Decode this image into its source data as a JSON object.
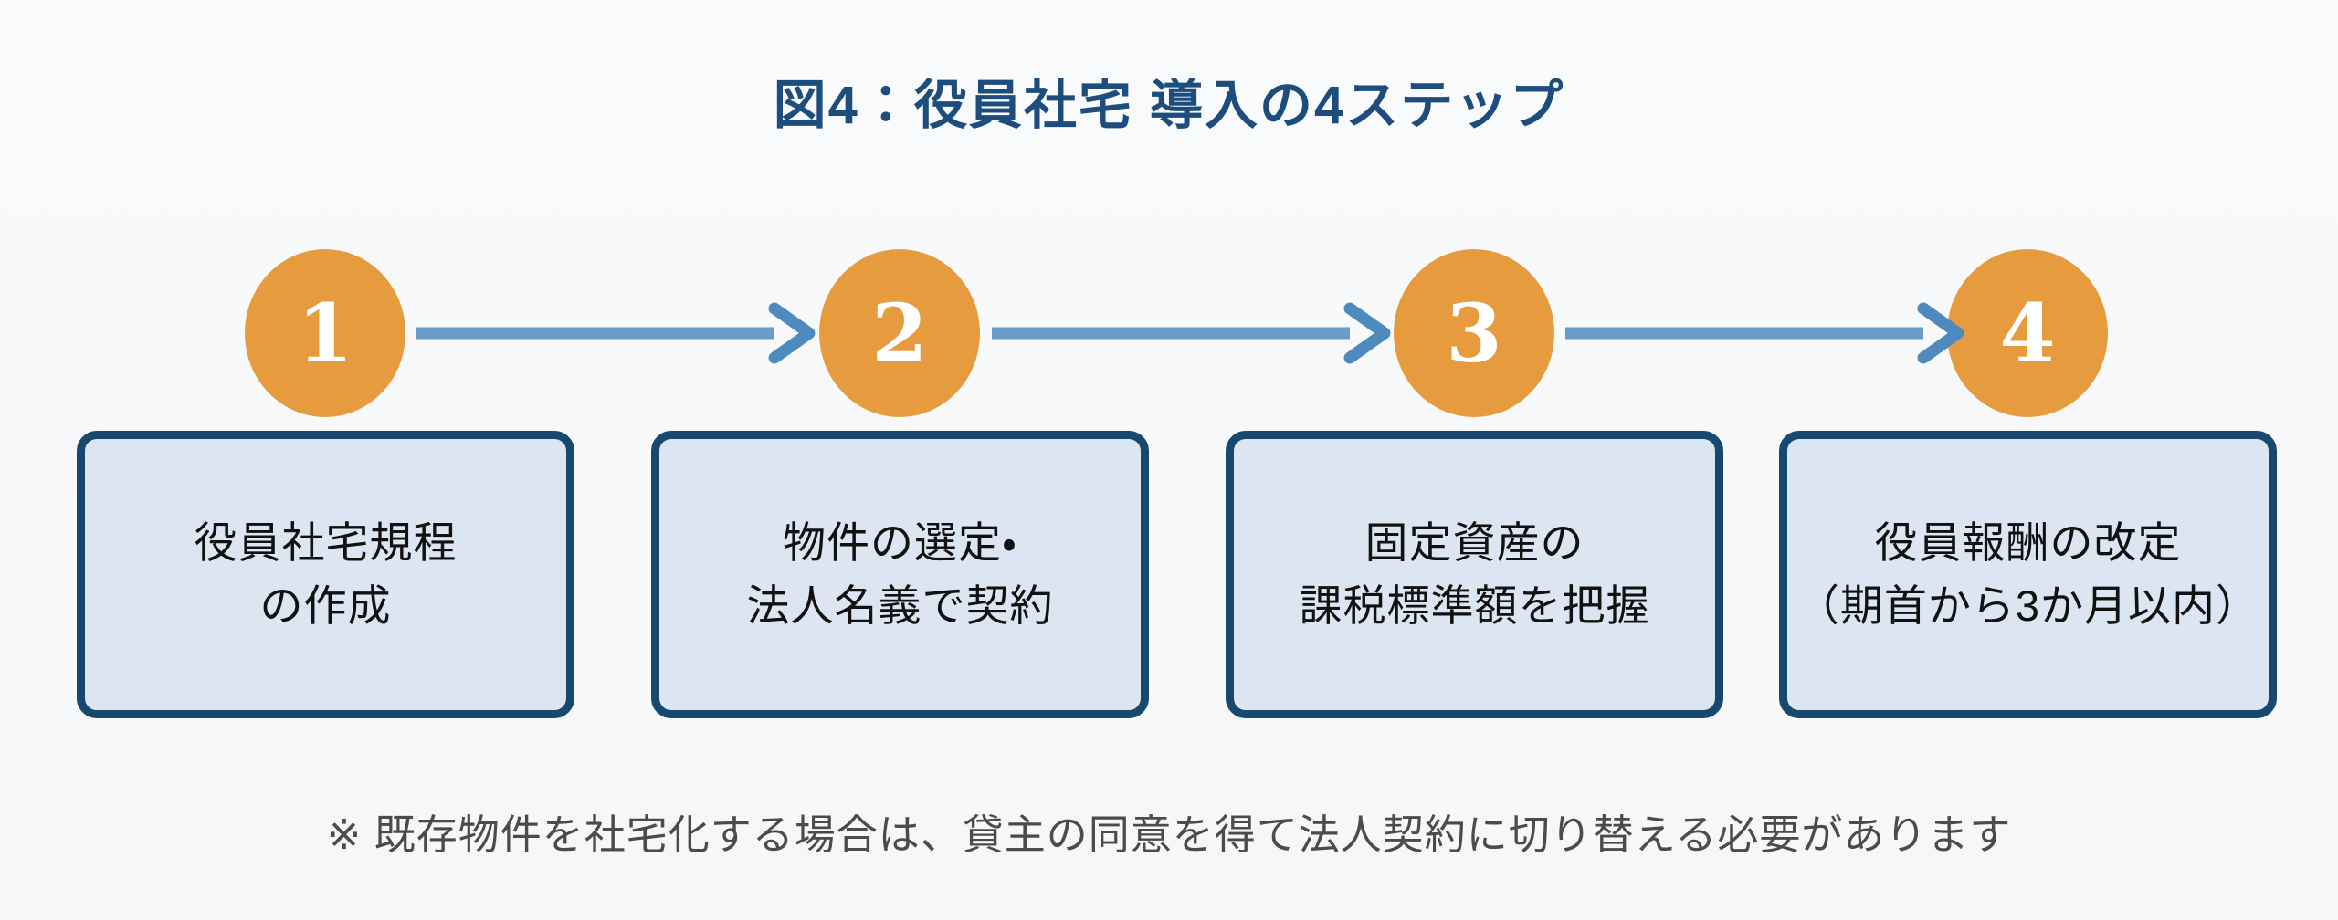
{
  "title": "図4：役員社宅 導入の4ステップ",
  "steps": [
    {
      "number": "1",
      "label_lines": [
        "役員社宅規程",
        "の作成"
      ]
    },
    {
      "number": "2",
      "label_lines": [
        "物件の選定・",
        "法人名義で契約"
      ]
    },
    {
      "number": "3",
      "label_lines": [
        "固定資産の",
        "課税標準額を把握"
      ]
    },
    {
      "number": "4",
      "label_lines": [
        "役員報酬の改定",
        "（期首から3か月以内）"
      ]
    }
  ],
  "footnote": "※ 既存物件を社宅化する場合は、貸主の同意を得て法人契約に切り替える必要があります",
  "colors": {
    "background": "#f7f8fa",
    "title": "#1d4d7c",
    "circle_fill": "#e79b3f",
    "circle_number": "#ffffff",
    "arrow": "#5e92c4",
    "box_fill": "#dce6f3",
    "box_border": "#17486e",
    "box_text": "#111111",
    "footnote_text": "#4b4b4b"
  }
}
